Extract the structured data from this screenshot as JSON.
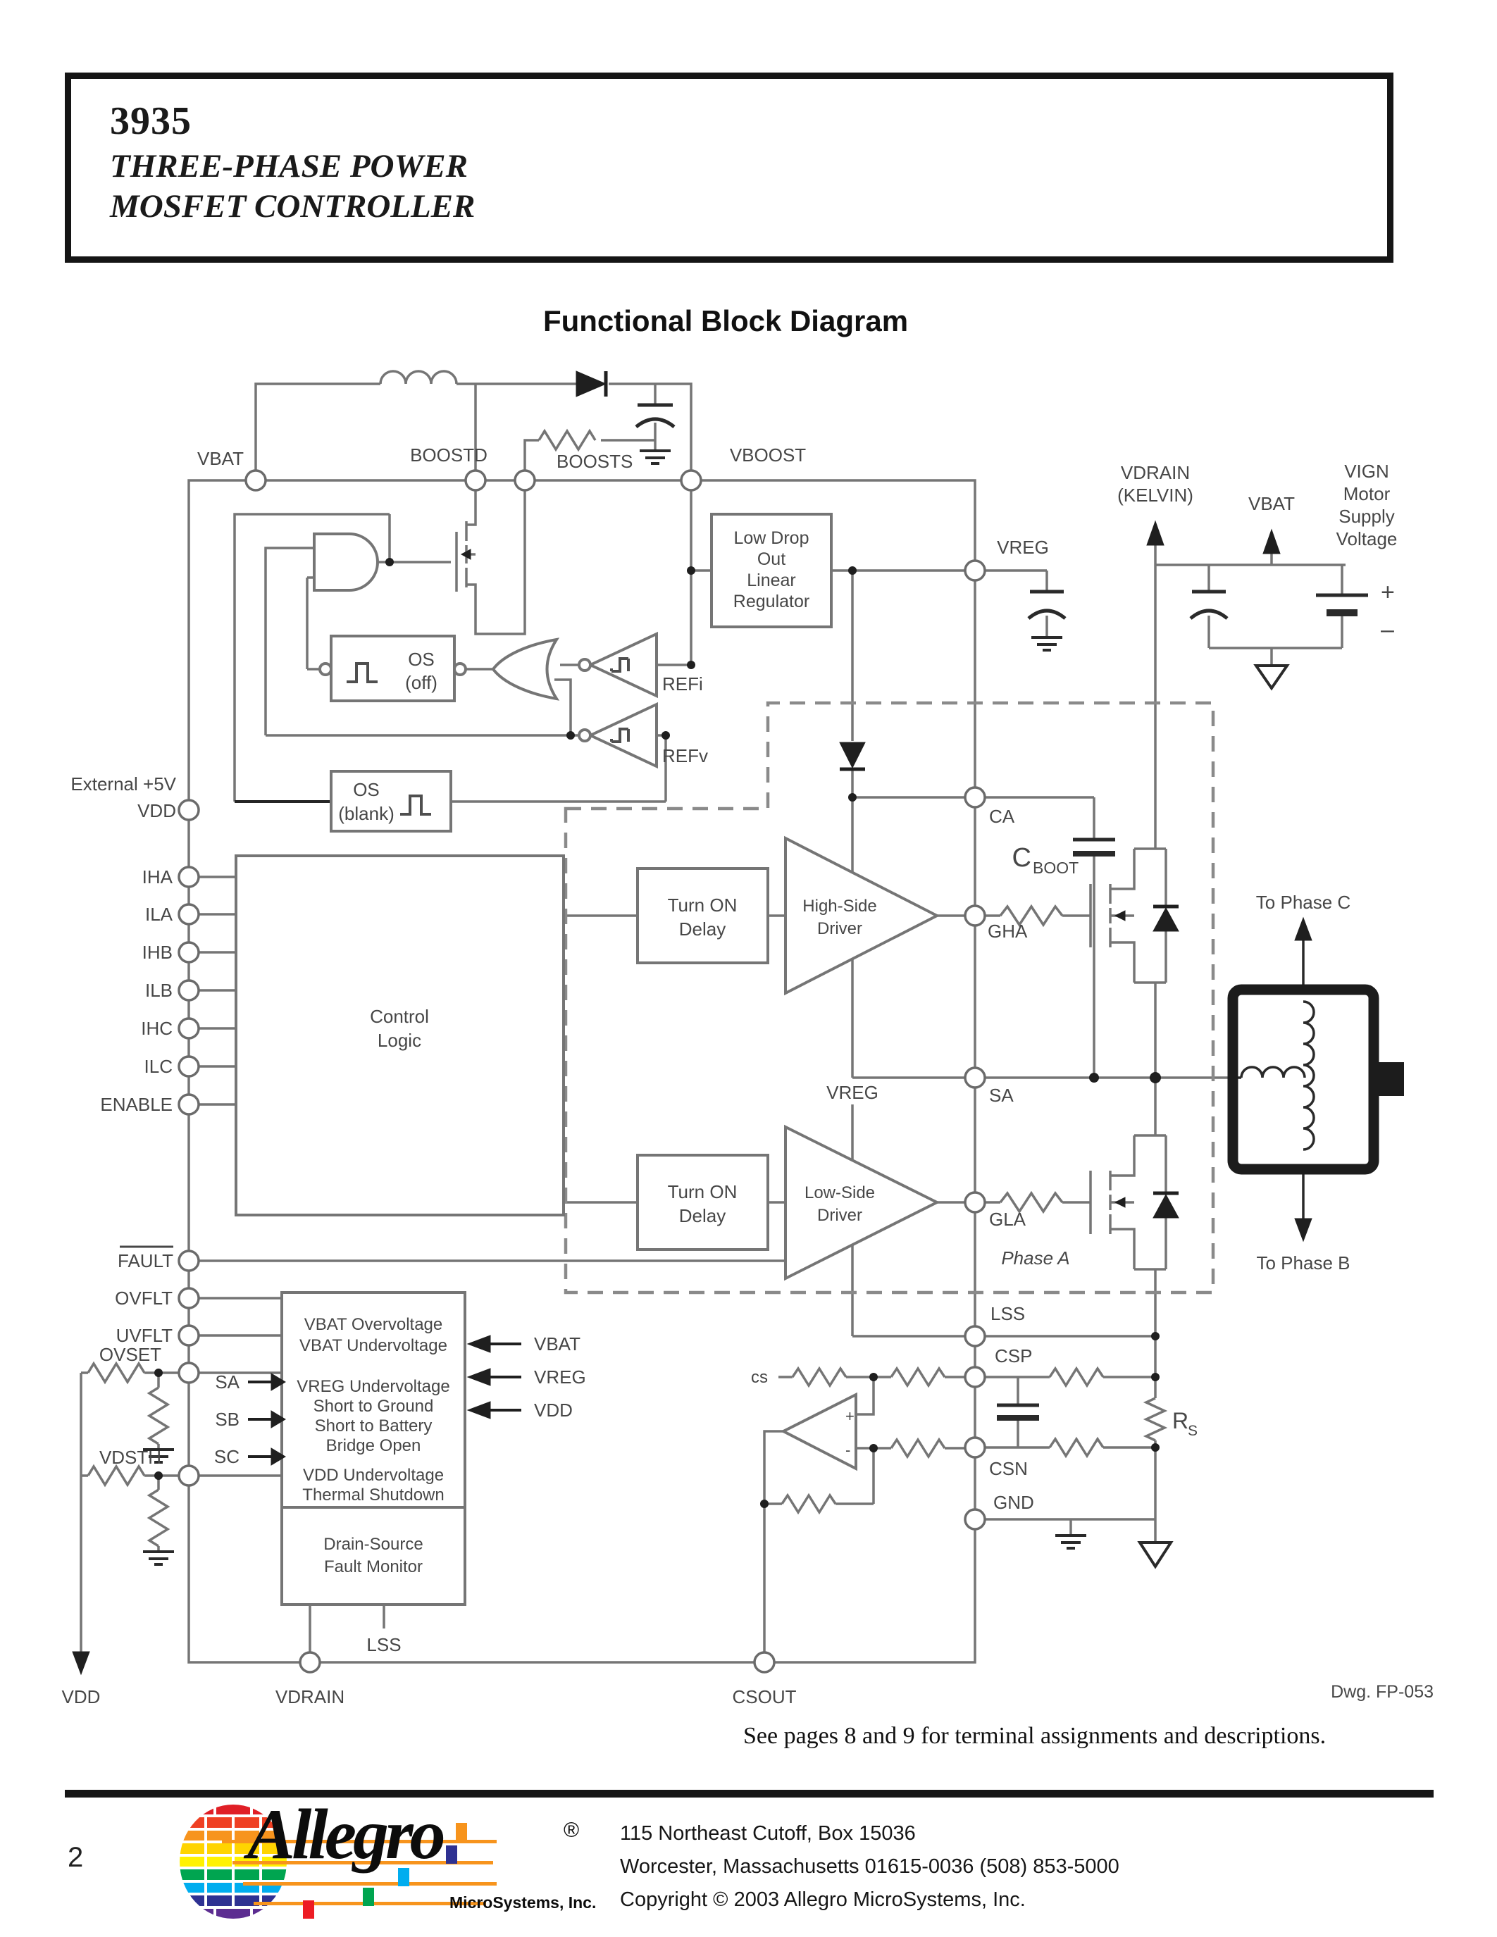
{
  "header": {
    "part_number": "3935",
    "title_line1": "THREE-PHASE POWER",
    "title_line2": "MOSFET CONTROLLER"
  },
  "diagram": {
    "heading": "Functional Block Diagram",
    "pins_top": {
      "vbat": "VBAT",
      "boostd": "BOOSTD",
      "boosts": "BOOSTS",
      "vboost": "VBOOST",
      "vreg": "VREG"
    },
    "pins_left": {
      "external_5v": "External +5V",
      "vdd": "VDD",
      "iha": "IHA",
      "ila": "ILA",
      "ihb": "IHB",
      "ilb": "ILB",
      "ihc": "IHC",
      "ilc": "ILC",
      "enable": "ENABLE",
      "fault": "FAULT",
      "ovflt": "OVFLT",
      "uvflt": "UVFLT",
      "ovset": "OVSET",
      "vdsth": "VDSTH"
    },
    "pins_right": {
      "ca": "CA",
      "gha": "GHA",
      "sa": "SA",
      "gla": "GLA",
      "lss": "LSS",
      "csp": "CSP",
      "csn": "CSN",
      "gnd": "GND"
    },
    "pins_bottom": {
      "vdd": "VDD",
      "vdrain": "VDRAIN",
      "csout": "CSOUT"
    },
    "top_right": {
      "vdrain1": "VDRAIN",
      "vdrain2": "(KELVIN)",
      "vbat": "VBAT",
      "vign": [
        "VIGN",
        "Motor",
        "Supply",
        "Voltage"
      ],
      "plus": "+",
      "minus": "–"
    },
    "blocks": {
      "regulator": [
        "Low Drop",
        "Out",
        "Linear",
        "Regulator"
      ],
      "control": [
        "Control",
        "Logic"
      ],
      "turn_on": [
        "Turn ON",
        "Delay"
      ],
      "hs_driver": [
        "High-Side",
        "Driver"
      ],
      "ls_driver": [
        "Low-Side",
        "Driver"
      ],
      "os_off": [
        "OS",
        "(off)"
      ],
      "os_blank": [
        "OS",
        "(blank)"
      ],
      "refi": "REFi",
      "refv": "REFv",
      "fault_box": [
        "VBAT Overvoltage",
        "VBAT Undervoltage",
        "VREG Undervoltage",
        "Short to Ground",
        "Short to Battery",
        "Bridge Open",
        "VDD Undervoltage",
        "Thermal Shutdown"
      ],
      "monitor": [
        "Drain-Source",
        "Fault Monitor"
      ]
    },
    "labels": {
      "sense_sa": "SA",
      "sense_sb": "SB",
      "sense_sc": "SC",
      "ref_vbat": "VBAT",
      "ref_vreg": "VREG",
      "ref_vdd": "VDD",
      "vreg_mid": "VREG",
      "cboot_main": "C",
      "cboot_sub": "BOOT",
      "rs_main": "R",
      "rs_sub": "S",
      "cs": "cs",
      "lss_stub": "LSS",
      "phase_a": "Phase A",
      "to_phase_c": "To Phase C",
      "to_phase_b": "To Phase B",
      "dwg": "Dwg. FP-053"
    }
  },
  "note": "See pages 8 and 9 for terminal assignments and descriptions.",
  "footer": {
    "page": "2",
    "logo_name": "Allegro",
    "logo_registered": "®",
    "logo_subtitle": "MicroSystems, Inc.",
    "address1": "115 Northeast Cutoff, Box 15036",
    "address2": "Worcester, Massachusetts 01615-0036  (508) 853-5000",
    "copyright": "Copyright © 2003 Allegro MicroSystems, Inc."
  }
}
